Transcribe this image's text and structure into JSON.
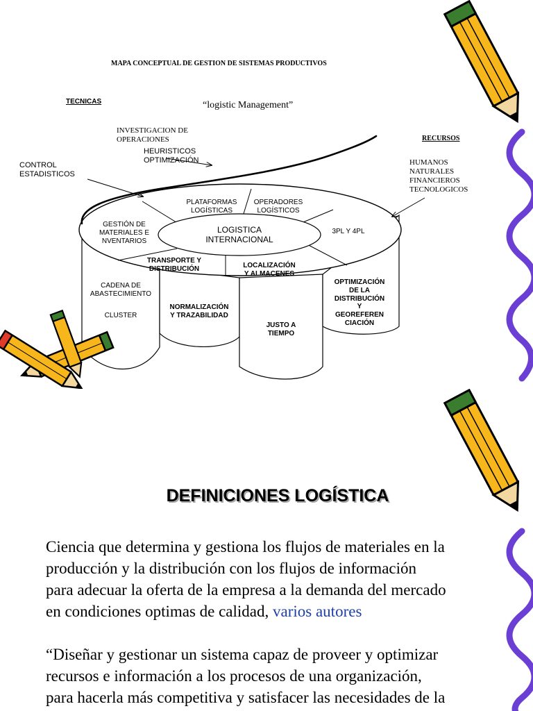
{
  "slide1": {
    "title": "MAPA CONCEPTUAL DE GESTION DE SISTEMAS PRODUCTIVOS",
    "tecnicas_label": "TECNICAS",
    "subtitle": "“logistic Management”",
    "recursos_label": "RECURSOS",
    "annotations": {
      "investigacion": "INVESTIGACION DE\nOPERACIONES",
      "heuristicos": "HEURISTICOS\nOPTIMIZACIÓN",
      "control": "CONTROL\nESTADISTICOS",
      "recursos_list": "HUMANOS\nNATURALES\nFINANCIEROS\nTECNOLOGICOS"
    },
    "diagram": {
      "center": "LOGISTICA\nINTERNACIONAL",
      "top_sections": [
        "PLATAFORMAS\nLOGÍSTICAS",
        "OPERADORES\nLOGÍSTICOS",
        "3PL Y 4PL",
        "LOCALIZACIÓN\nY ALMACENES",
        "TRANSPORTE Y\nDISTRIBUCIÓN",
        "GESTIÓN DE\nMATERIALES E\nNVENTARIOS"
      ],
      "side_labels": [
        "CADENA DE\nABASTECIMIENTO",
        "CLUSTER",
        "NORMALIZACIÓN\nY TRAZABILIDAD",
        "JUSTO A\nTIEMPO",
        "OPTIMIZACIÓN\nDE LA\nDISTRIBUCIÓN\nY\nGEOREFEREN\nCIACIÓN"
      ]
    }
  },
  "slide2": {
    "heading": "DEFINICIONES LOGÍSTICA",
    "para1": "Ciencia que determina y gestiona los flujos de materiales  en la\nproducción y la distribución  con los  flujos de información\npara adecuar la oferta de la empresa  a la demanda del mercado\nen condiciones optimas de calidad, ",
    "para1_link": "varios autores",
    "para2": "“Diseñar y gestionar un sistema capaz de proveer y optimizar\nrecursos e información a los procesos de una organización,\npara hacerla más competitiva y satisfacer las necesidades de la"
  },
  "colors": {
    "link": "#1f3fa8",
    "pencil_body": "#f6b61c",
    "pencil_outline": "#000000",
    "pencil_tip": "#e03a2a",
    "pencil_band": "#3b7d2e",
    "border_wave": "#6b3fd3"
  },
  "icons": {
    "slide1_top_right": "pencil-icon",
    "slide1_left": "crossed-pencils-icon",
    "slide2_top_right": "pencil-icon"
  }
}
